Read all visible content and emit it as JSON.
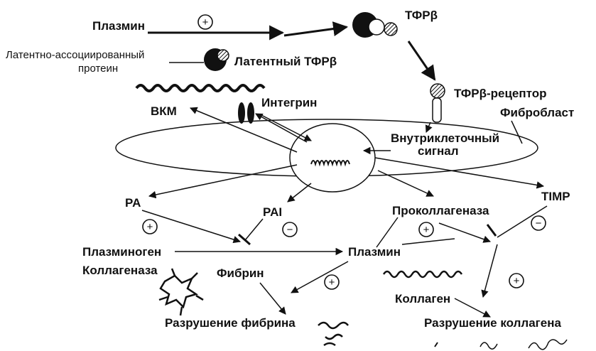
{
  "labels": {
    "plasmin_top": "Плазмин",
    "lap_line1": "Латентно-ассоциированный",
    "lap_line2": "протеин",
    "latent_tgfb": "Латентный ТФРβ",
    "tgfb": "ТФРβ",
    "tgfb_receptor": "ТФРβ-рецептор",
    "ecm": "ВКМ",
    "integrin": "Интегрин",
    "fibroblast": "Фибробласт",
    "signal_line1": "Внутриклеточный",
    "signal_line2": "сигнал",
    "pa": "PA",
    "pai": "PAI",
    "procollagenase": "Проколлагеназа",
    "timp": "TIMP",
    "plasminogen": "Плазминоген",
    "plasmin_mid": "Плазмин",
    "collagenase": "Коллагеназа",
    "fibrin": "Фибрин",
    "collagen": "Коллаген",
    "fibrin_degradation": "Разрушение фибрина",
    "collagen_degradation": "Разрушение коллагена"
  },
  "symbols": {
    "plus": "+",
    "minus": "−"
  },
  "colors": {
    "ink": "#111111",
    "background": "#ffffff"
  }
}
